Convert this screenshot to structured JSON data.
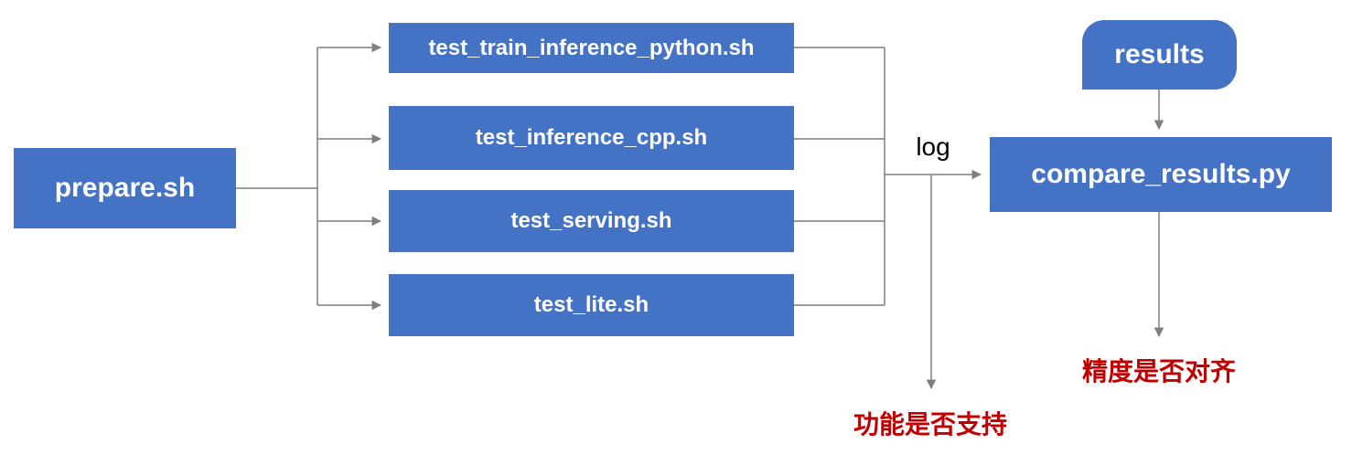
{
  "diagram": {
    "prepare": {
      "label": "prepare.sh"
    },
    "tests": [
      {
        "label": "test_train_inference_python.sh"
      },
      {
        "label": "test_inference_cpp.sh"
      },
      {
        "label": "test_serving.sh"
      },
      {
        "label": "test_lite.sh"
      }
    ],
    "results": {
      "label": "results"
    },
    "compare": {
      "label": "compare_results.py"
    },
    "log_label": "log",
    "outputs": {
      "function_support": "功能是否支持",
      "precision_align": "精度是否对齐"
    },
    "colors": {
      "node_fill": "#4472C4",
      "node_text": "#FFFFFF",
      "connector": "#7F7F7F",
      "highlight_text": "#C00000",
      "log_text": "#000000"
    }
  }
}
